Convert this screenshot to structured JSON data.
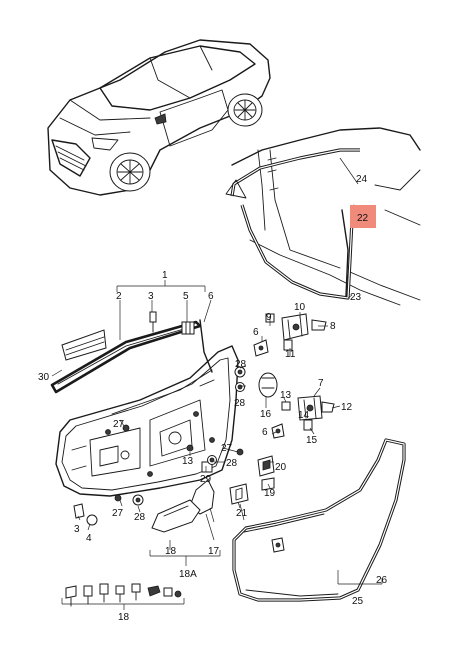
{
  "accent_color": "#f08a7a",
  "labels": {
    "l1": "1",
    "l2": "2",
    "l3a": "3",
    "l3b": "3",
    "l4": "4",
    "l5": "5",
    "l6": "6",
    "l6b": "6",
    "l6c": "6",
    "l7": "7",
    "l8": "8",
    "l9": "9",
    "l10": "10",
    "l11": "11",
    "l12": "12",
    "l13": "13",
    "l14": "14",
    "l15": "15",
    "l16": "16",
    "l17": "17",
    "l18": "18",
    "l18b": "18",
    "l18A": "18A",
    "l19": "19",
    "l20": "20",
    "l21": "21",
    "l22": "22",
    "l23": "23",
    "l24": "24",
    "l25": "25",
    "l26": "26",
    "l27a": "27",
    "l27b": "27",
    "l27c": "27",
    "l28a": "28",
    "l28b": "28",
    "l28c": "28",
    "l28d": "28",
    "l29": "29",
    "l30": "30"
  },
  "highlighted_label": "22"
}
